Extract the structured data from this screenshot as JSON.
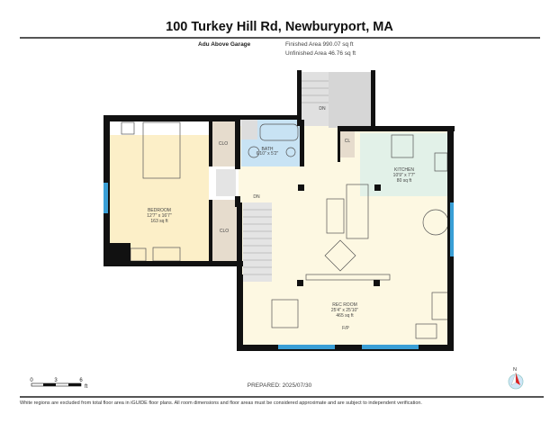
{
  "header": {
    "title": "100 Turkey Hill Rd, Newburyport, MA",
    "level": "Adu Above Garage",
    "finished_area": "Finished Area 990.07 sq ft",
    "unfinished_area": "Unfinished Area 46.76 sq ft"
  },
  "rooms": {
    "bedroom": {
      "name": "BEDROOM",
      "dims": "12'7\" x 16'7\"",
      "area": "163 sq ft"
    },
    "bath": {
      "name": "BATH",
      "dims": "6'10\" x 5'2\""
    },
    "kitchen": {
      "name": "KITCHEN",
      "dims": "10'9\" x 7'7\"",
      "area": "80 sq ft"
    },
    "rec_room": {
      "name": "REC ROOM",
      "dims": "25'4\" x 25'10\"",
      "area": "465 sq ft"
    },
    "clo1": "CLO",
    "clo2": "CLO",
    "cl": "CL",
    "dn1": "DN",
    "dn2": "DN",
    "fp": "F/P"
  },
  "scale": {
    "labels": [
      "0",
      "3",
      "6"
    ],
    "unit": "ft"
  },
  "compass": {
    "label": "N",
    "icon": "compass-icon"
  },
  "footer": {
    "prepared": "PREPARED: 2025/07/30",
    "disclaimer": "White regions are excluded from total floor area in iGUIDE floor plans. All room dimensions and floor areas must be considered approximate and are subject to independent verification."
  },
  "colors": {
    "bedroom": "#fcefc8",
    "living": "#fdf8e2",
    "bath": "#c8e3f4",
    "kitchen": "#e2f1e8",
    "closet": "#e6dccd",
    "window": "#3a9fd6",
    "wall": "#111111"
  }
}
